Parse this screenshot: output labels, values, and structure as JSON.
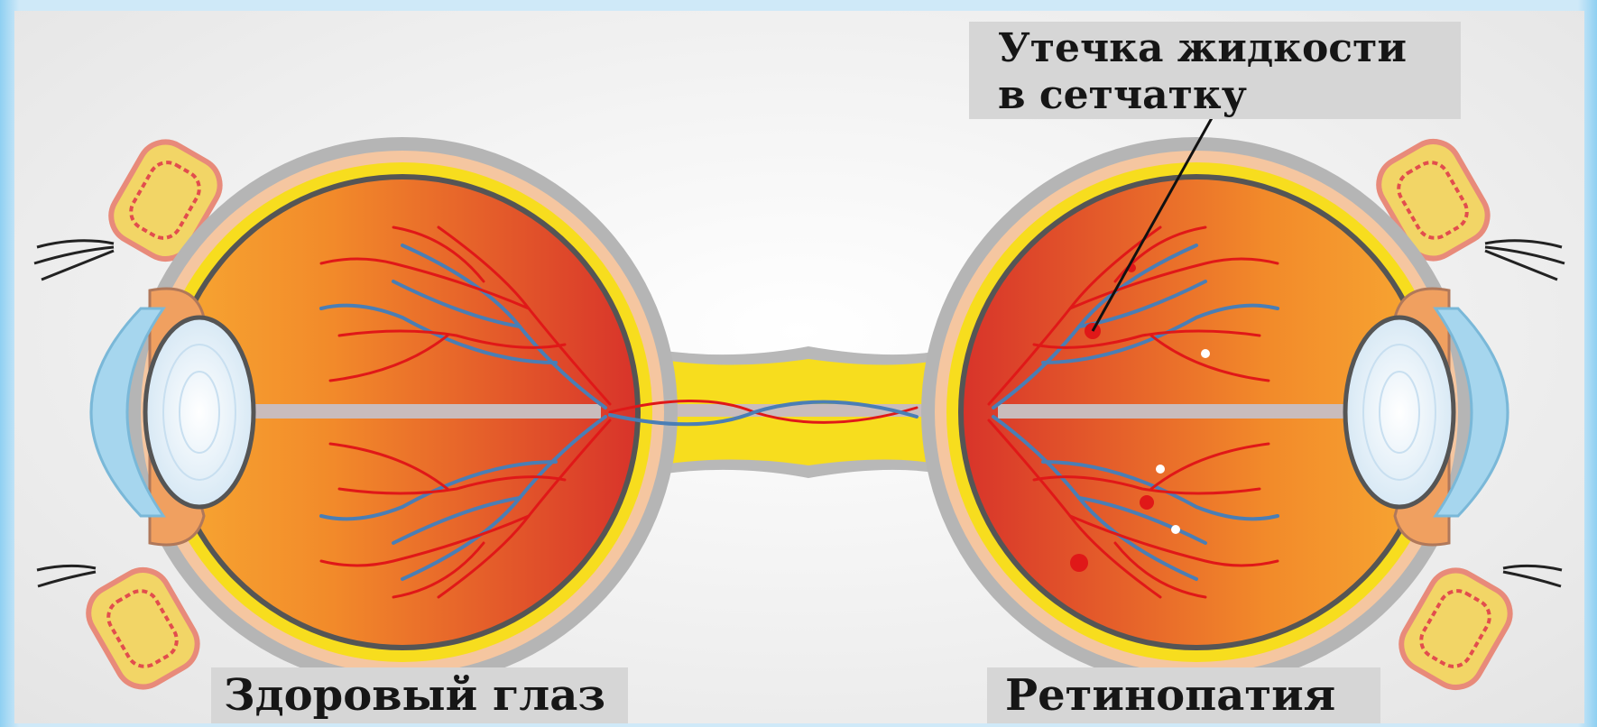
{
  "labels": {
    "leak_line1": "Утечка жидкости",
    "leak_line2": "в сетчатку",
    "healthy_eye": "Здоровый глаз",
    "retinopathy": "Ретинопатия"
  },
  "colors": {
    "vitreous_outer": "#f6a030",
    "vitreous_inner": "#d63a26",
    "sclera": "#b5b5b5",
    "choroid": "#f5c6a0",
    "retina_layer": "#f7dd1e",
    "artery": "#e01818",
    "vein": "#4a7eb5",
    "lens": "#e9f3fb",
    "cornea": "#a6d6ee"
  }
}
